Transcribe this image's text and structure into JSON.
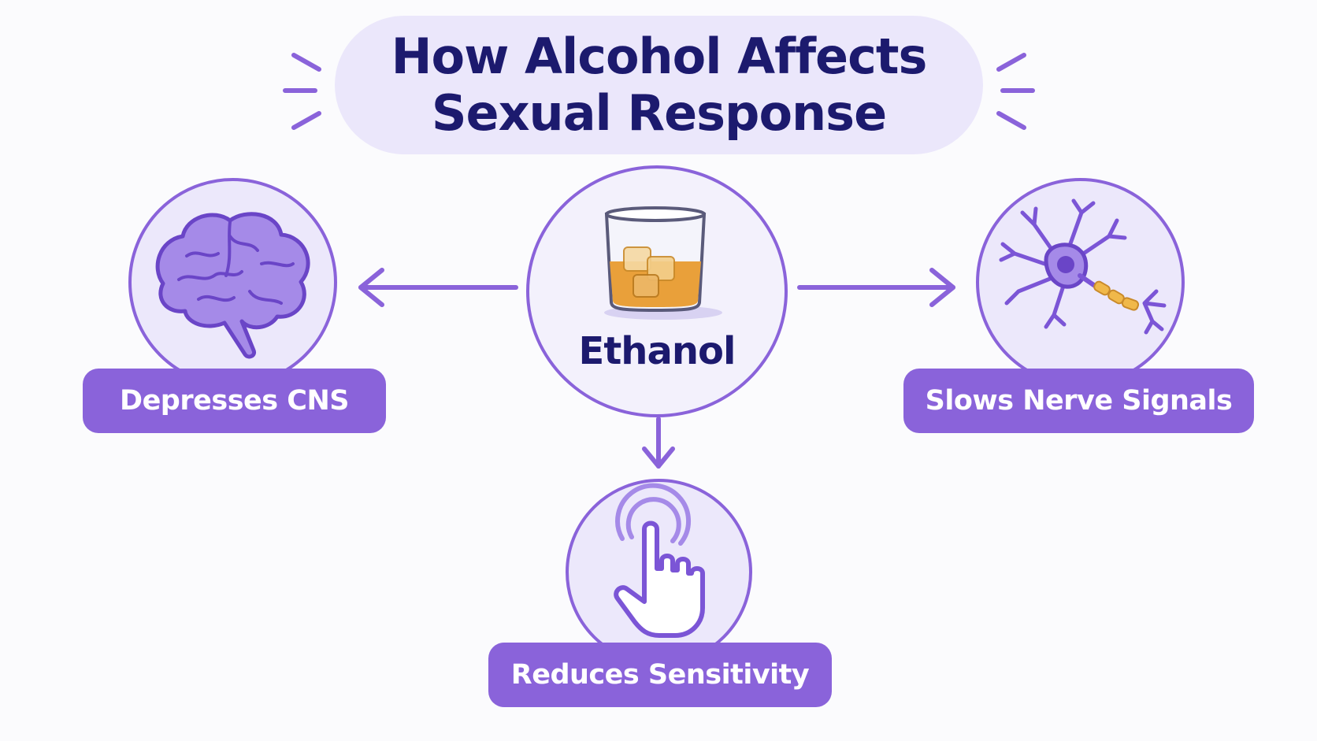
{
  "title": {
    "line1": "How Alcohol Affects",
    "line2": "Sexual Response"
  },
  "center": {
    "label": "Ethanol",
    "icon": "whiskey-glass-icon"
  },
  "effects": [
    {
      "label": "Depresses CNS",
      "icon": "brain-icon"
    },
    {
      "label": "Slows Nerve Signals",
      "icon": "neuron-icon"
    },
    {
      "label": "Reduces Sensitivity",
      "icon": "touch-hand-icon"
    }
  ],
  "colors": {
    "accent": "#8a63da",
    "title_text": "#1c1a6e",
    "title_bg": "#ebe7fb",
    "circle_bg": "#ece8fb",
    "liquid": "#e9a03a"
  }
}
